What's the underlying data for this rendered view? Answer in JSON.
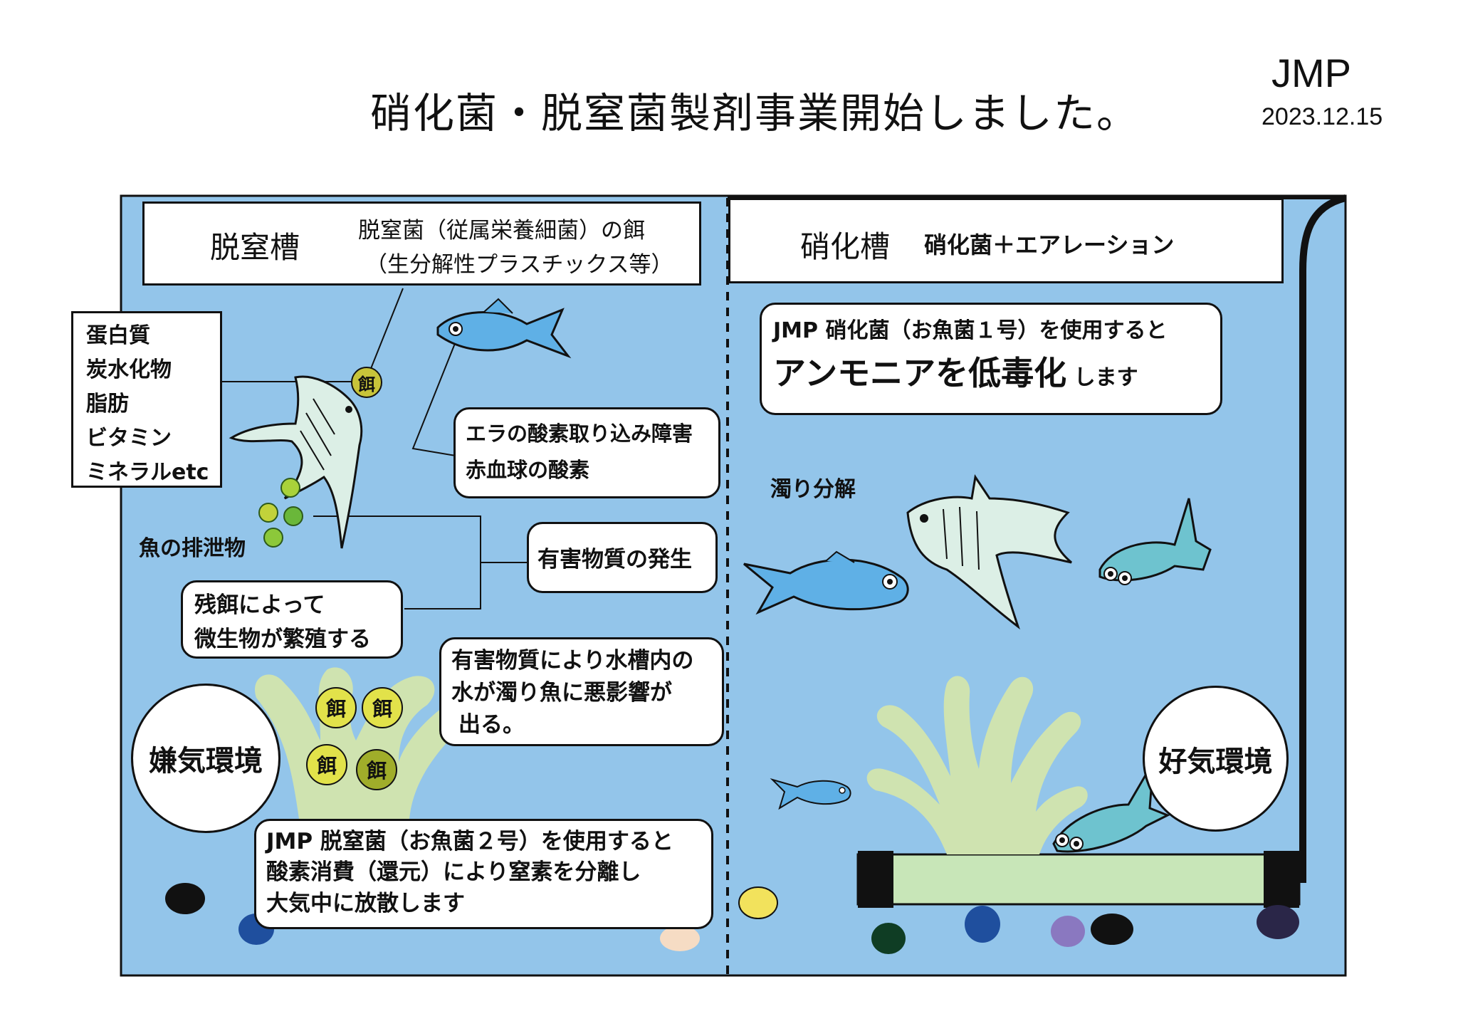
{
  "header": {
    "title": "硝化菌・脱窒菌製剤事業開始しました。",
    "org": "JMP",
    "date": "2023.12.15"
  },
  "left_tank": {
    "name": "脱窒槽",
    "feed_line1": "脱窒菌（従属栄養細菌）の餌",
    "feed_line2": "（生分解性プラスチックス等）",
    "nutrients": [
      "蛋白質",
      "炭水化物",
      "脂肪",
      "ビタミン",
      "ミネラルetc"
    ],
    "feed_token": "餌",
    "gill_line1": "エラの酸素取り込み障害",
    "gill_line2": "赤血球の酸素",
    "excretion": "魚の排泄物",
    "harmful": "有害物質の発生",
    "leftover_line1": "残餌によって",
    "leftover_line2": "微生物が繁殖する",
    "murky_line1": "有害物質により水槽内の",
    "murky_line2": "水が濁り魚に悪影響が",
    "murky_line3": "出る。",
    "environment": "嫌気環境",
    "product_line1": "JMP 脱窒菌（お魚菌２号）を使用すると",
    "product_line2": "酸素消費（還元）により窒素を分離し",
    "product_line3": "大気中に放散します"
  },
  "right_tank": {
    "name": "硝化槽",
    "subtitle": "硝化菌＋エアレーション",
    "product_line1": "JMP 硝化菌（お魚菌１号）を使用すると",
    "product_emph": "アンモニアを低毒化",
    "product_tail": "します",
    "turbidity": "濁り分解",
    "environment": "好気環境"
  },
  "colors": {
    "water": "#93c5ea",
    "fish_blue": "#5fb0e6",
    "fish_teal": "#6ec3cf",
    "angelfish": "#dcefe6",
    "coral": "#cfe3b0",
    "feed_token": "#c8c43a",
    "pipe": "#111111"
  }
}
